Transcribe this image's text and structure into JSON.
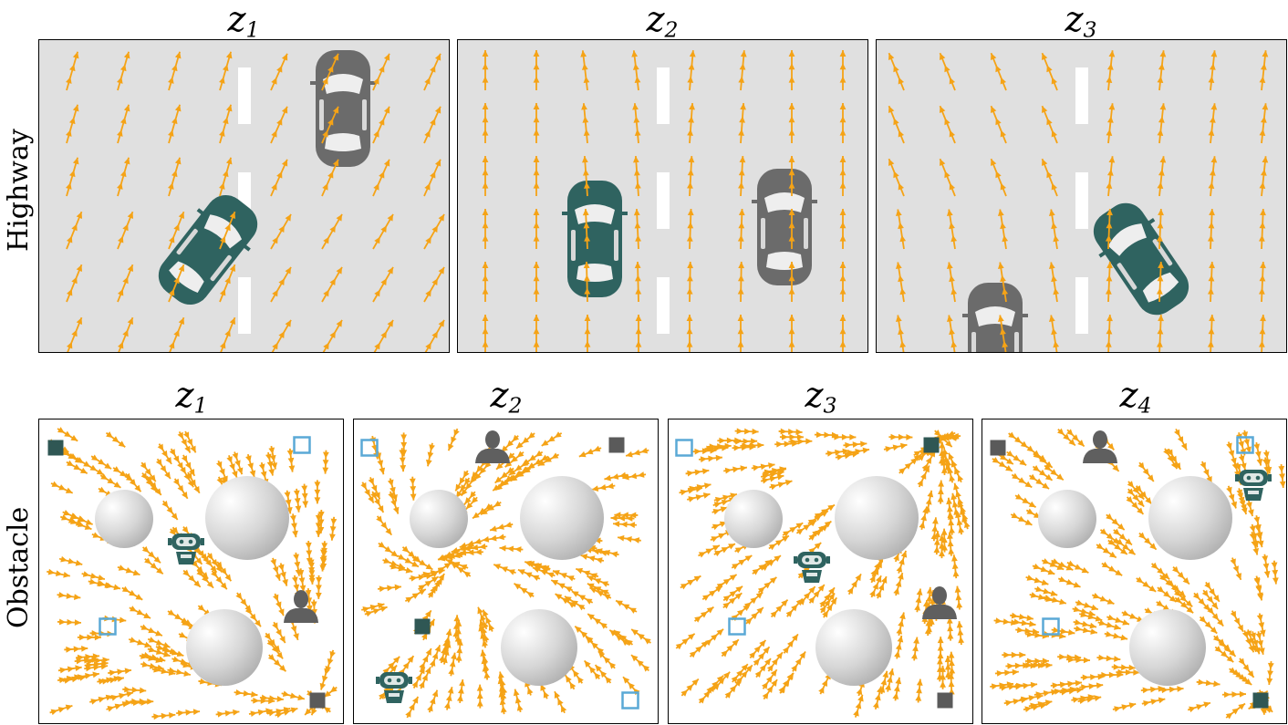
{
  "rows": {
    "highway_label": "Highway",
    "obstacle_label": "Obstacle"
  },
  "highway": {
    "panels": [
      {
        "z": "z",
        "sub": "1"
      },
      {
        "z": "z",
        "sub": "2"
      },
      {
        "z": "z",
        "sub": "3"
      }
    ]
  },
  "obstacle": {
    "panels": [
      {
        "z": "z",
        "sub": "1"
      },
      {
        "z": "z",
        "sub": "2"
      },
      {
        "z": "z",
        "sub": "3"
      },
      {
        "z": "z",
        "sub": "4"
      }
    ]
  },
  "colors": {
    "arrow": "#f5a316",
    "ego_car": "#2f6360",
    "other_car": "#6b6b6b",
    "road": "#e0e0e0",
    "lane_mark": "#ffffff",
    "goal_square_filled": "#2f5754",
    "goal_square_gray": "#5a5a5a",
    "goal_square_outline": "#5aa9d6",
    "person": "#5f5f5f",
    "robot": "#2f6360"
  },
  "icons": [
    "car-icon",
    "robot-icon",
    "person-icon",
    "square-marker-icon",
    "sphere-obstacle-icon",
    "arrow-icon"
  ]
}
